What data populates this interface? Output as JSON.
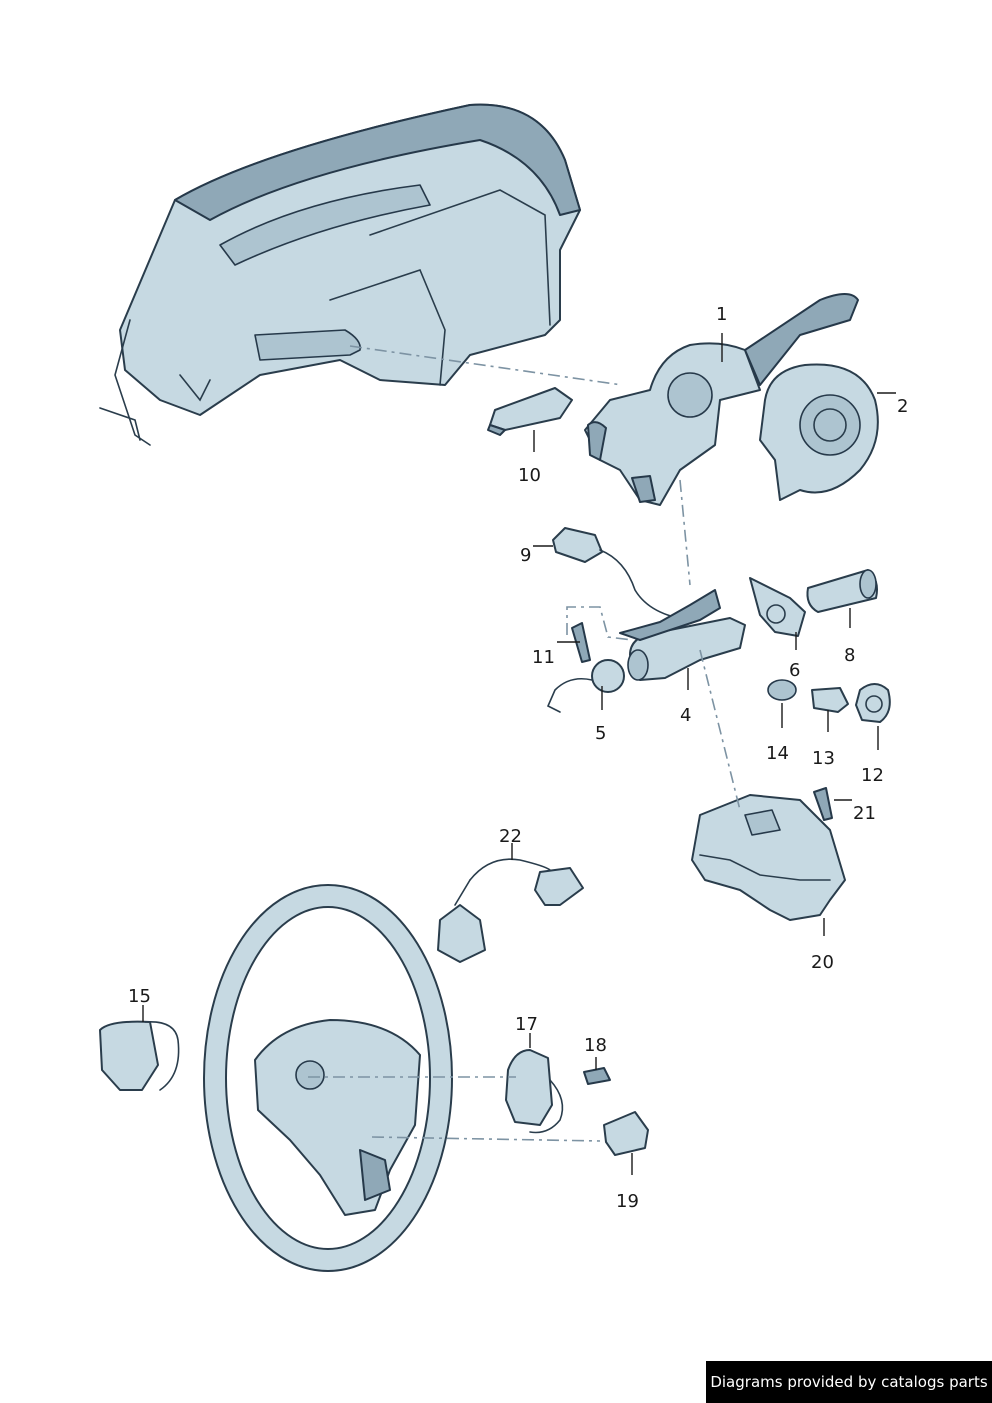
{
  "callouts": {
    "c1": "1",
    "c2": "2",
    "c4": "4",
    "c5": "5",
    "c6": "6",
    "c8": "8",
    "c9": "9",
    "c10": "10",
    "c11": "11",
    "c12": "12",
    "c13": "13",
    "c14": "14",
    "c15": "15",
    "c17": "17",
    "c18": "18",
    "c19": "19",
    "c20": "20",
    "c21": "21",
    "c22": "22"
  },
  "footer": {
    "credit": "Diagrams provided by catalogs parts"
  },
  "colors": {
    "part_fill": "#c6d9e2",
    "part_shadow": "#8fa8b7",
    "outline": "#2a3d4c",
    "leader": "#1a1a1a"
  }
}
